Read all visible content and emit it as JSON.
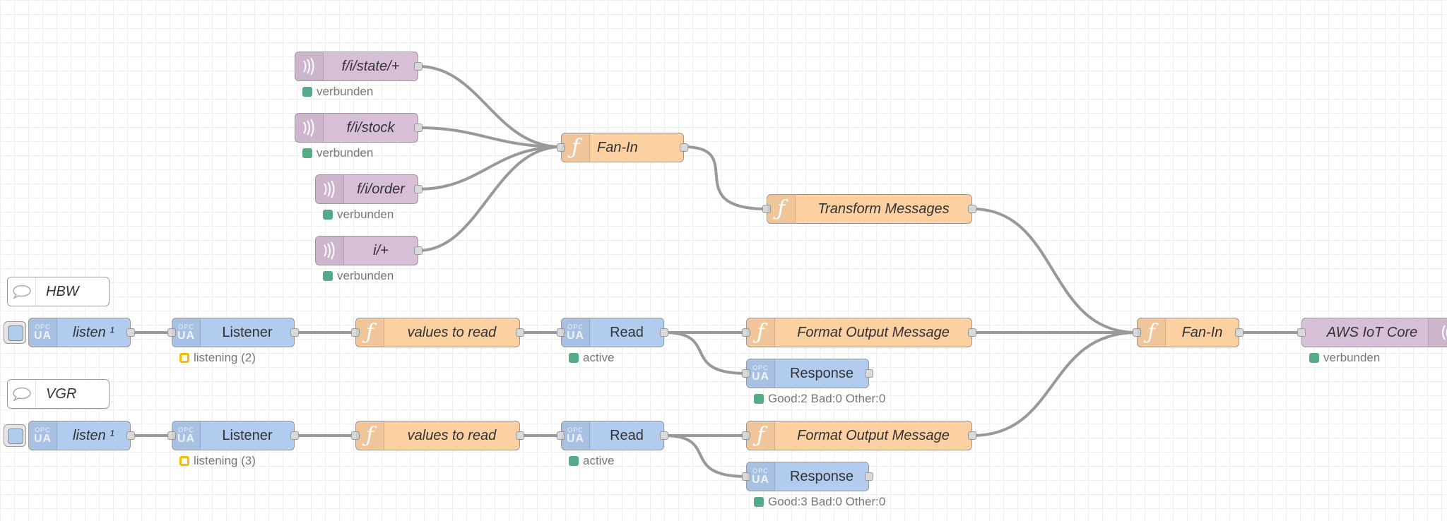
{
  "nodes": {
    "mqtt_state": "f/i/state/+",
    "mqtt_stock": "f/i/stock",
    "mqtt_order": "f/i/order",
    "mqtt_iplus": "i/+",
    "fanin_top": "Fan-In",
    "transform": "Transform Messages",
    "comment_hbw": "HBW",
    "comment_vgr": "VGR",
    "hbw_listen": "listen ¹",
    "hbw_listener": "Listener",
    "hbw_values": "values to read",
    "hbw_read": "Read",
    "hbw_format": "Format Output Message",
    "hbw_response": "Response",
    "fanin_bottom": "Fan-In",
    "aws": "AWS IoT Core",
    "vgr_listen": "listen ¹",
    "vgr_listener": "Listener",
    "vgr_values": "values to read",
    "vgr_read": "Read",
    "vgr_format": "Format Output Message",
    "vgr_response": "Response"
  },
  "status": {
    "mqtt_state": "verbunden",
    "mqtt_stock": "verbunden",
    "mqtt_order": "verbunden",
    "mqtt_iplus": "verbunden",
    "hbw_listener": "listening (2)",
    "hbw_read": "active",
    "hbw_response": "Good:2 Bad:0 Other:0",
    "aws": "verbunden",
    "vgr_listener": "listening (3)",
    "vgr_read": "active",
    "vgr_response": "Good:3 Bad:0 Other:0"
  },
  "icons": {
    "opc_top": "OPC",
    "opc_bottom": "UA",
    "function": "ƒ"
  },
  "colors": {
    "mqtt_node": "#d8bfd8",
    "function_node": "#fdd0a2",
    "opcua_node": "#b2ccf0",
    "wire": "#999999",
    "status_green": "#55aa88",
    "status_yellow": "#f0c000"
  }
}
